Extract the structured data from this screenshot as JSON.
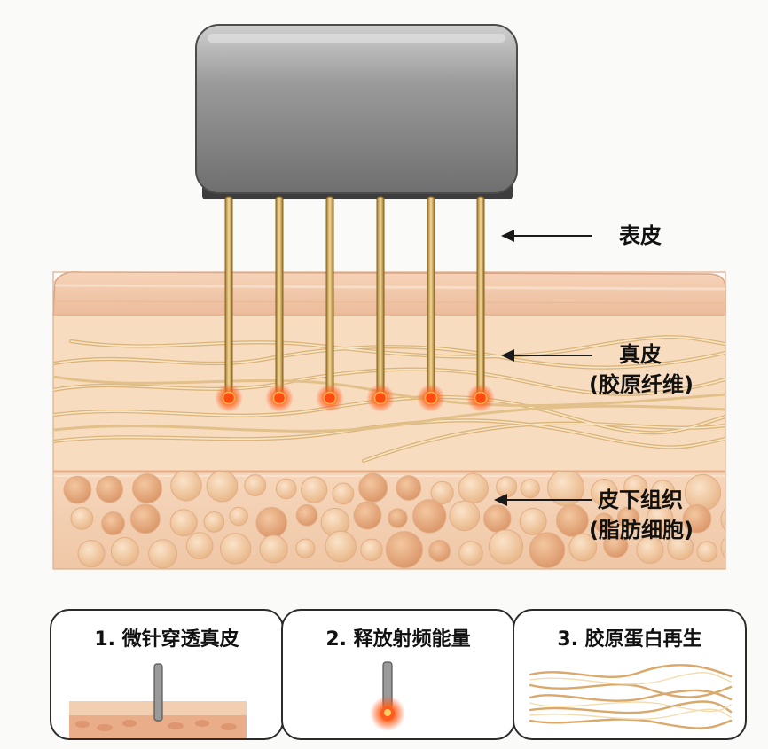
{
  "labels": {
    "epidermis": "表皮",
    "dermis": "真皮",
    "dermis_sub": "(胶原纤维)",
    "hypodermis": "皮下组织",
    "hypodermis_sub": "(脂肪细胞)"
  },
  "steps": [
    {
      "title": "1. 微针穿透真皮"
    },
    {
      "title": "2. 释放射频能量"
    },
    {
      "title": "3. 胶原蛋白再生"
    }
  ],
  "colors": {
    "device_body": "#8e8e8e",
    "needle": "#c9a25a",
    "rf_glow": "#ff5a1f",
    "epidermis": "#eec0a1",
    "dermis": "#f8dcc0",
    "fat": "#f0c29c",
    "fiber": "#e8c790"
  }
}
